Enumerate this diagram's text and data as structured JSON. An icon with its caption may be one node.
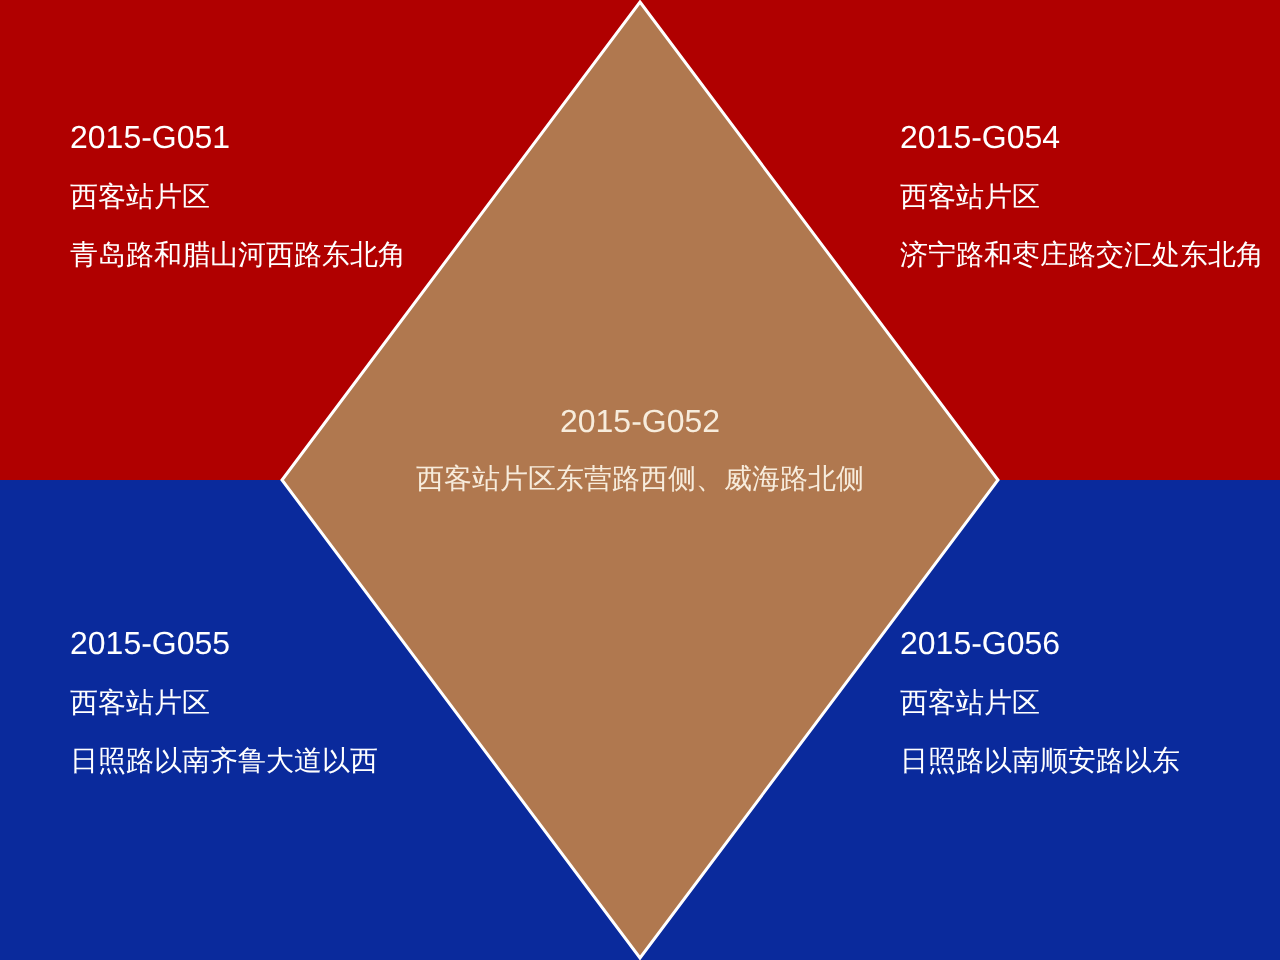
{
  "diagram": {
    "nodes": [
      {
        "text": [
          "2015-G051",
          "西客站片区",
          "青岛路和腊山河西路东北角"
        ]
      },
      {
        "text": [
          "2015-G054",
          "西客站片区",
          "济宁路和枣庄路交汇处东北角"
        ]
      },
      {
        "text": [
          "2015-G052",
          "西客站片区东营路西侧、威海路北侧"
        ]
      },
      {
        "text": [
          "2015-G055",
          "西客站片区",
          "日照路以南齐鲁大道以西"
        ]
      },
      {
        "text": [
          "2015-G056",
          "西客站片区",
          "日照路以南顺安路以东"
        ]
      }
    ]
  }
}
